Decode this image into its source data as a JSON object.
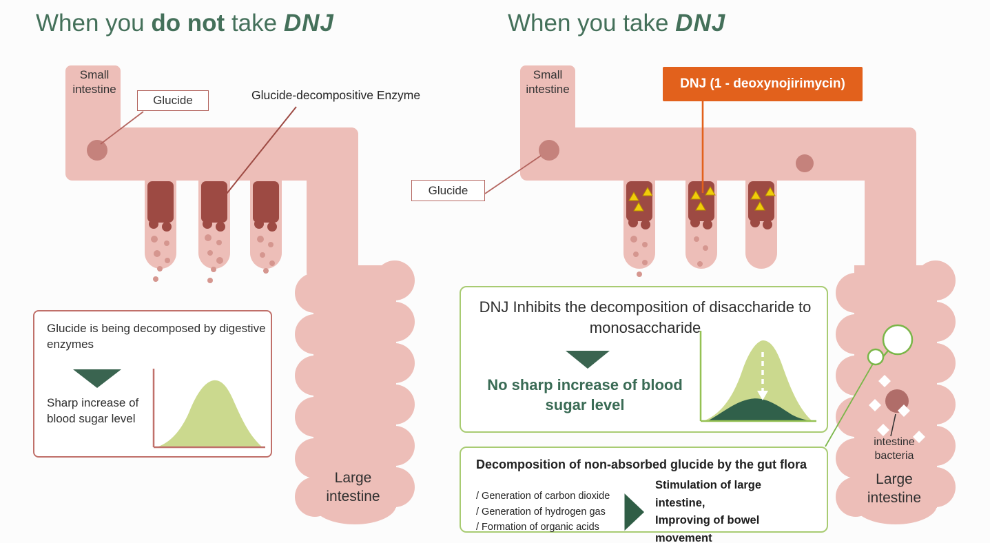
{
  "left": {
    "title": {
      "part1": "When you ",
      "part2": "do not",
      "part3": " take ",
      "part4": "DNJ"
    },
    "small_intestine_label": "Small intestine",
    "glucide_label": "Glucide",
    "enzyme_label": "Glucide-decompositive Enzyme",
    "info_box": {
      "line1": "Glucide is being decomposed by digestive enzymes",
      "result": "Sharp increase of blood sugar level"
    },
    "large_intestine_label": "Large intestine"
  },
  "right": {
    "title": {
      "part1": "When you take ",
      "part2": "DNJ"
    },
    "small_intestine_label": "Small intestine",
    "dnj_box_label": "DNJ (1 - deoxynojirimycin)",
    "glucide_label": "Glucide",
    "inhibit_box": {
      "title": "DNJ Inhibits the decomposition of disaccharide to monosaccharide",
      "result": "No sharp increase of blood sugar level"
    },
    "gut_flora_box": {
      "title": "Decomposition of non-absorbed glucide by the gut flora",
      "items": [
        "/ Generation of carbon dioxide",
        "/ Generation of hydrogen gas",
        "/ Formation of organic acids"
      ],
      "outcome_line1": "Stimulation of large intestine,",
      "outcome_line2": "Improving of bowel movement"
    },
    "intestine_bacteria_label": "intestine bacteria",
    "large_intestine_label": "Large intestine"
  },
  "colors": {
    "intestine_pink": "#edbeb8",
    "blob_dark_red": "#9d4a43",
    "glucide_dot_pink": "#c5827c",
    "particle_pink": "#d5968f",
    "dnj_orange": "#e2611c",
    "dnj_yellow": "#f0cd0a",
    "green_border": "#a8cb72",
    "bacteria_green": "#7ab648",
    "dark_green": "#2f5d45",
    "title_green": "#44705a",
    "chart_light_green": "#cbd98e",
    "pink_border": "#b3645e"
  }
}
